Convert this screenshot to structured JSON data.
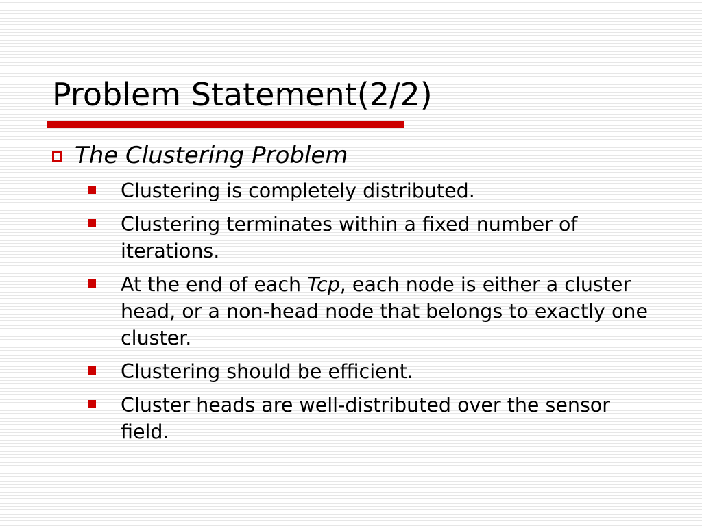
{
  "slide": {
    "title": "Problem Statement(2/2)",
    "heading": "The Clustering Problem",
    "bullets": [
      {
        "text": "Clustering is completely distributed."
      },
      {
        "text": "Clustering terminates within a fixed number of iterations."
      },
      {
        "text_before": "At the end of each ",
        "text_italic": "Tcp",
        "text_after": ", each node is either a cluster head, or a non-head node that belongs to exactly one cluster."
      },
      {
        "text": "Clustering should be efficient."
      },
      {
        "text": "Cluster heads are well-distributed over the sensor field."
      }
    ]
  },
  "colors": {
    "accent": "#cc0000",
    "background": "#ffffff",
    "stripe": "#e6e6e6",
    "text": "#000000"
  },
  "icons": {
    "level1_bullet": "hollow-square-bullet-icon",
    "level2_bullet": "filled-square-bullet-icon"
  }
}
